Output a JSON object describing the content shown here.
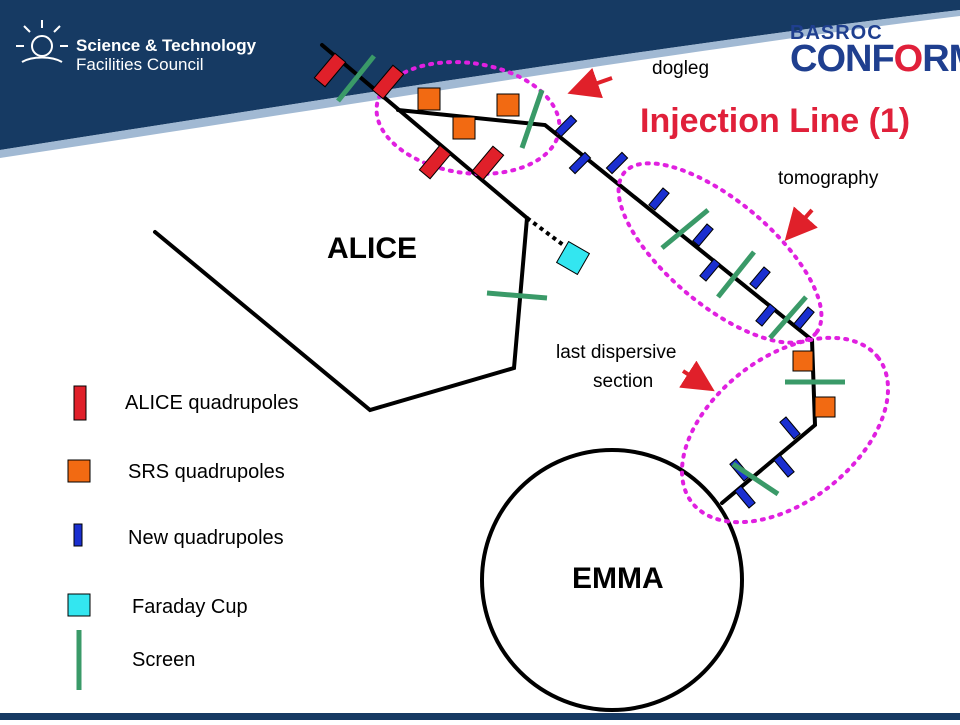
{
  "header": {
    "org_line1": "Science & Technology",
    "org_line2": "Facilities Council",
    "logo_top": "BASROC",
    "logo_main_a": "CONF",
    "logo_main_b": "O",
    "logo_main_c": "RM"
  },
  "title": "Injection Line (1)",
  "regions": {
    "alice": "ALICE",
    "emma": "EMMA"
  },
  "annotations": {
    "dogleg": "dogleg",
    "tomography": "tomography",
    "last_dispersive_1": "last dispersive",
    "last_dispersive_2": "section"
  },
  "legend": [
    {
      "label": "ALICE quadrupoles",
      "symbol": "alice-quad-icon"
    },
    {
      "label": "SRS quadrupoles",
      "symbol": "srs-quad-icon"
    },
    {
      "label": "New quadrupoles",
      "symbol": "new-quad-icon"
    },
    {
      "label": "Faraday Cup",
      "symbol": "faraday-cup-icon"
    },
    {
      "label": "Screen",
      "symbol": "screen-icon"
    }
  ],
  "colors": {
    "header_bg": "#163a63",
    "alice_quad": "#e0202a",
    "srs_quad": "#f26a12",
    "new_quad": "#1a2fd0",
    "faraday_cup": "#33e6f0",
    "screen": "#3a9a68",
    "highlight": "#e020e0",
    "arrow": "#e0202a",
    "title": "#e0203a"
  }
}
